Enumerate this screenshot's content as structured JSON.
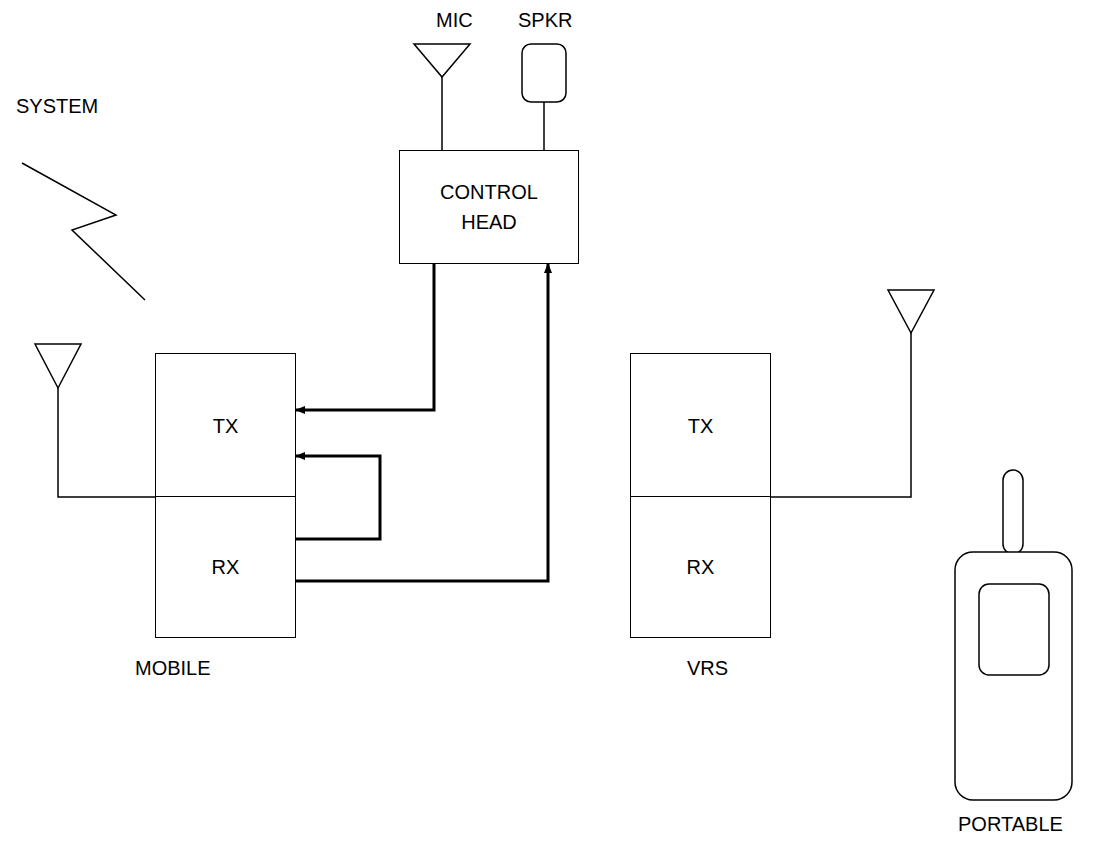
{
  "diagram": {
    "nodes": [
      {
        "text": [
          "CONTROL HEAD"
        ]
      },
      {
        "text": [
          "TX"
        ]
      },
      {
        "text": [
          "RX"
        ]
      },
      {
        "text": [
          "TX"
        ]
      },
      {
        "text": [
          "RX"
        ]
      }
    ],
    "edges": [
      {
        "from": 0,
        "to": 1,
        "arrow": "to"
      },
      {
        "from": 2,
        "to": 1,
        "arrow": "to"
      },
      {
        "from": 2,
        "to": 0,
        "arrow": "to"
      }
    ],
    "labels": [
      "MIC",
      "SPKR",
      "SYSTEM",
      "MOBILE",
      "VRS",
      "PORTABLE"
    ]
  }
}
